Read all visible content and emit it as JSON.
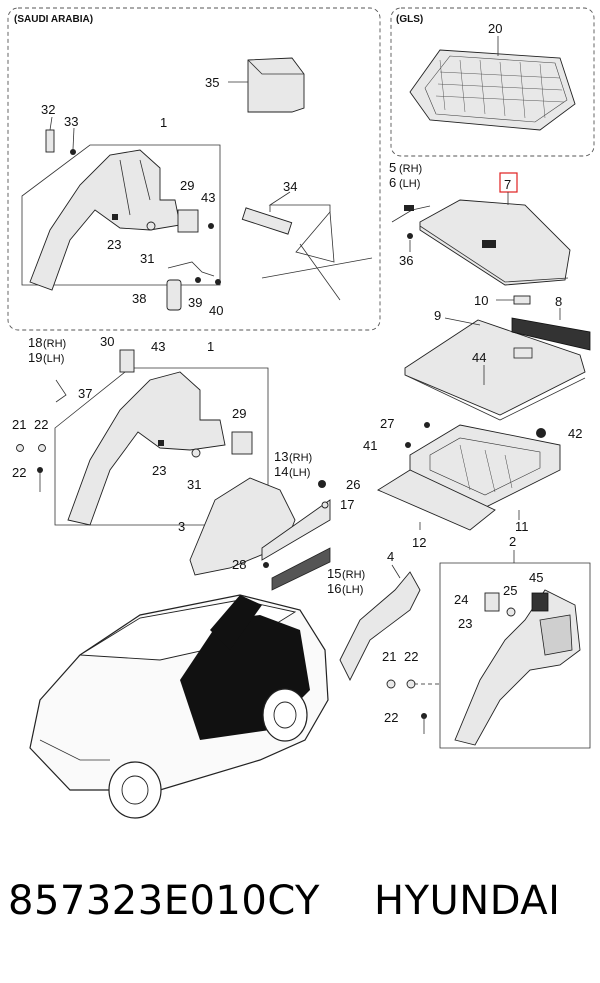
{
  "sections": {
    "saudi": "(SAUDI ARABIA)",
    "gls": "(GLS)"
  },
  "callouts": {
    "c1a": "1",
    "c1b": "1",
    "c2": "2",
    "c3": "3",
    "c4": "4",
    "c5": "5",
    "c5s": "(RH)",
    "c6": "6",
    "c6s": "(LH)",
    "c7": "7",
    "c8": "8",
    "c9": "9",
    "c10": "10",
    "c11": "11",
    "c12": "12",
    "c13": "13",
    "c13s": "(RH)",
    "c14": "14",
    "c14s": "(LH)",
    "c15": "15",
    "c15s": "(RH)",
    "c16": "16",
    "c16s": "(LH)",
    "c17": "17",
    "c18": "18",
    "c18s": "(RH)",
    "c19": "19",
    "c19s": "(LH)",
    "c20": "20",
    "c21a": "21",
    "c21b": "21",
    "c22a": "22",
    "c22b": "22",
    "c22c": "22",
    "c22d": "22",
    "c23a": "23",
    "c23b": "23",
    "c23c": "23",
    "c24": "24",
    "c25": "25",
    "c26": "26",
    "c27": "27",
    "c28": "28",
    "c29a": "29",
    "c29b": "29",
    "c30": "30",
    "c31a": "31",
    "c31b": "31",
    "c32": "32",
    "c33": "33",
    "c34": "34",
    "c35": "35",
    "c36": "36",
    "c37": "37",
    "c38": "38",
    "c39": "39",
    "c40": "40",
    "c41": "41",
    "c42": "42",
    "c43a": "43",
    "c43b": "43",
    "c44": "44",
    "c45": "45"
  },
  "highlight_color": "#e02020",
  "caption": {
    "part_number": "857323E010CY",
    "brand": "HYUNDAI"
  }
}
